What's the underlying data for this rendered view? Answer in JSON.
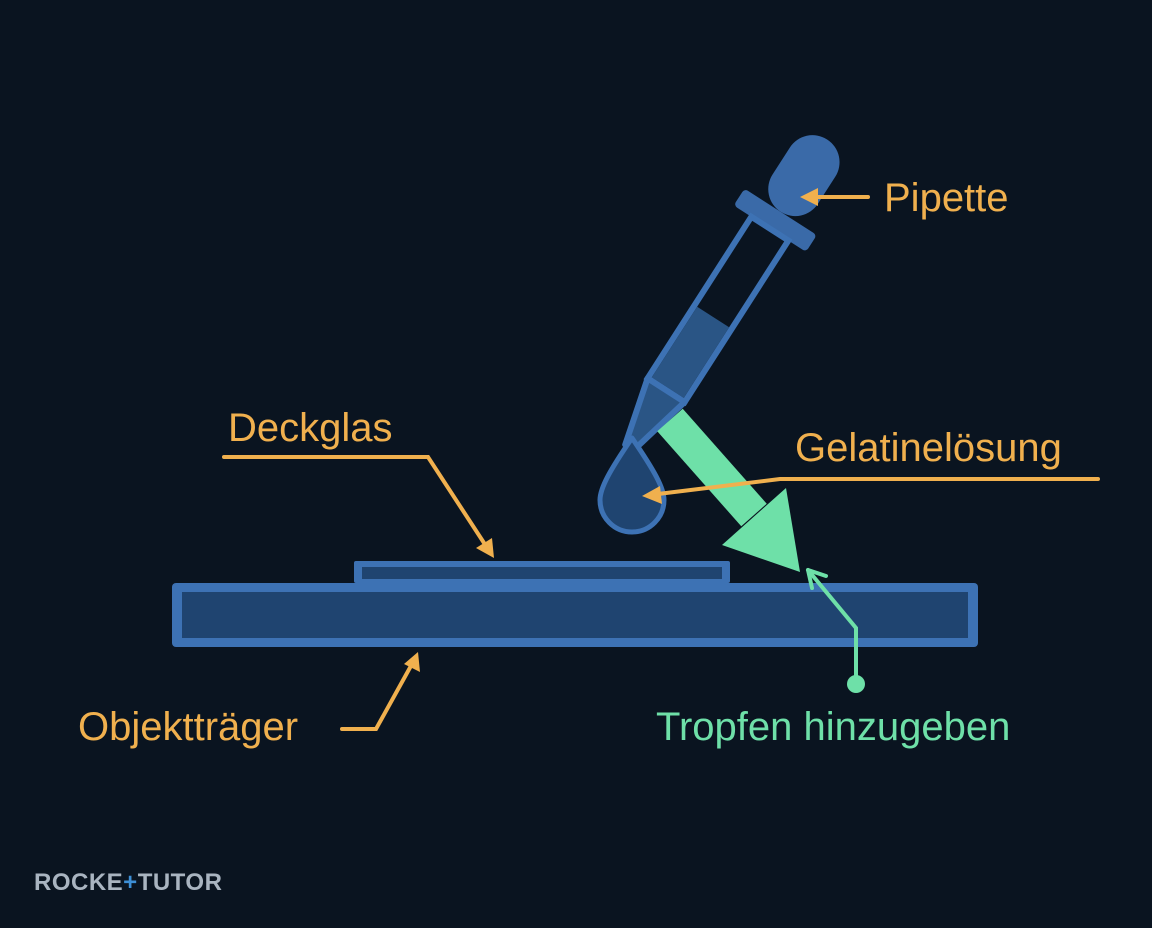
{
  "labels": {
    "pipette": "Pipette",
    "deckglas": "Deckglas",
    "gelatine": "Gelatinelösung",
    "objekttraeger": "Objektträger",
    "tropfen": "Tropfen hinzugeben"
  },
  "logo": {
    "part1": "ROCKE",
    "plus": "+",
    "part2": "TUTOR"
  },
  "colors": {
    "background": "#0a1420",
    "orange": "#f0b04e",
    "mint": "#6ee0a8",
    "blue_outline": "#3d72b4",
    "blue_fill": "#2a5585",
    "logo_grey": "#a9b4c0",
    "logo_plus": "#3d8fd6"
  },
  "icons": {
    "pipette": "pipette-icon",
    "drop": "droplet-icon",
    "logo": "rocket-tutor-logo"
  }
}
